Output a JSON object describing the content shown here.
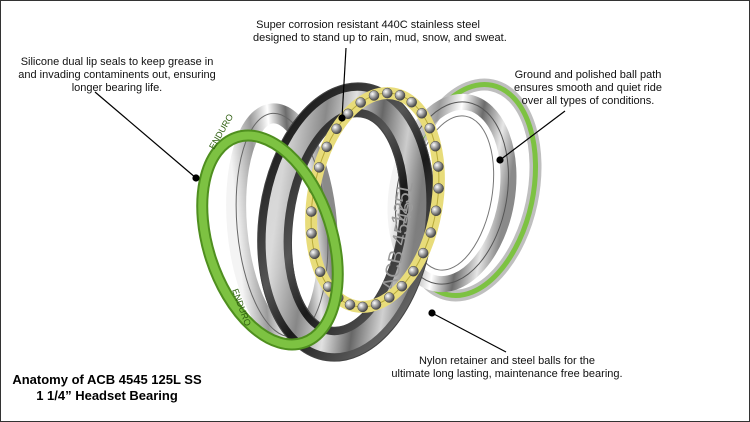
{
  "annotations": {
    "steel": {
      "line1": "Super corrosion resistant 440C stainless steel",
      "line2": "designed to stand up to rain, mud, snow, and sweat."
    },
    "seals": {
      "line1": "Silicone dual lip seals to keep grease in",
      "line2": "and invading contaminents out, ensuring",
      "line3": "longer bearing life."
    },
    "ball_path": {
      "line1": "Ground and polished ball path",
      "line2": "ensures smooth and quiet ride",
      "line3": "over all types of conditions."
    },
    "retainer": {
      "line1": "Nylon retainer and steel balls for the",
      "line2": "ultimate long lasting, maintenance free bearing."
    }
  },
  "title": {
    "line1": "Anatomy of ACB 4545 125L SS",
    "line2": "1 1/4” Headset Bearing"
  },
  "markings": {
    "seal_brand": "ENDURO",
    "race_model": "ACB 4545",
    "race_size": "125L"
  },
  "colors": {
    "seal_green": "#7dc242",
    "seal_green_dark": "#4f8f1f",
    "retainer_yellow": "#e8dc7a",
    "steel_light": "#eeeeee",
    "steel_dark": "#222222",
    "border": "#333333"
  }
}
